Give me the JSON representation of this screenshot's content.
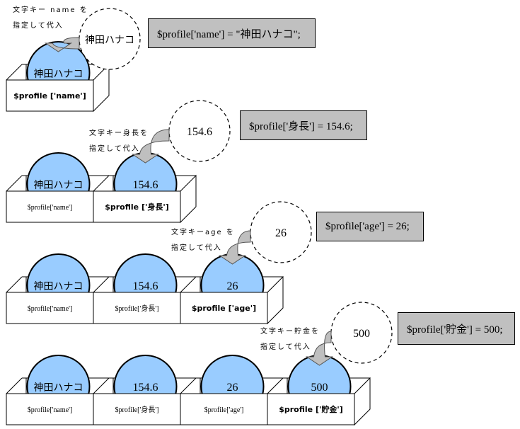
{
  "colors": {
    "ball_fill": "#99ccff",
    "code_box_fill": "#c0c0c0",
    "arrow_fill": "#bfbfbf"
  },
  "steps": [
    {
      "caption_line1": "文字キー name を",
      "caption_line2": "指定して代入",
      "value_bubble": "神田ハナコ",
      "code": "$profile['name'] = \"神田ハナコ\";",
      "boxes": [
        {
          "value": "神田ハナコ",
          "label": "$profile ['name']",
          "active": true
        }
      ]
    },
    {
      "caption_line1": "文字キー身長を",
      "caption_line2": "指定して代入",
      "value_bubble": "154.6",
      "code": "$profile['身長'] = 154.6;",
      "boxes": [
        {
          "value": "神田ハナコ",
          "label": "$profile['name']",
          "active": false
        },
        {
          "value": "154.6",
          "label": "$profile ['身長']",
          "active": true
        }
      ]
    },
    {
      "caption_line1": "文字キーage を",
      "caption_line2": "指定して代入",
      "value_bubble": "26",
      "code": "$profile['age'] = 26;",
      "boxes": [
        {
          "value": "神田ハナコ",
          "label": "$profile['name']",
          "active": false
        },
        {
          "value": "154.6",
          "label": "$profile['身長']",
          "active": false
        },
        {
          "value": "26",
          "label": "$profile ['age']",
          "active": true
        }
      ]
    },
    {
      "caption_line1": "文字キー貯金を",
      "caption_line2": "指定して代入",
      "value_bubble": "500",
      "code": "$profile['貯金'] = 500;",
      "boxes": [
        {
          "value": "神田ハナコ",
          "label": "$profile['name']",
          "active": false
        },
        {
          "value": "154.6",
          "label": "$profile['身長']",
          "active": false
        },
        {
          "value": "26",
          "label": "$profile['age']",
          "active": false
        },
        {
          "value": "500",
          "label": "$profile ['貯金']",
          "active": true
        }
      ]
    }
  ]
}
